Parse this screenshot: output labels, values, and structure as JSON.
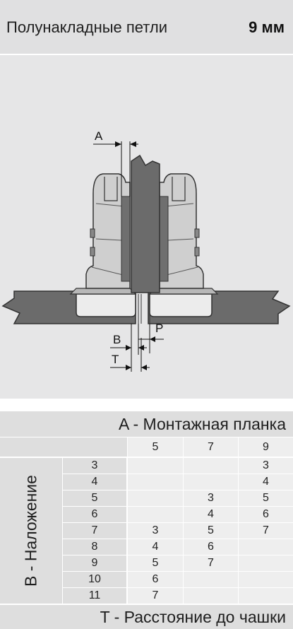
{
  "header": {
    "title": "Полунакладные петли",
    "size": "9 мм"
  },
  "diagram": {
    "label_a": "A",
    "label_b": "B",
    "label_p": "P",
    "label_t": "T"
  },
  "table": {
    "title": "A - Монтажная планка",
    "columns": [
      "5",
      "7",
      "9"
    ],
    "row_axis_label": "B - Наложение",
    "rows": [
      {
        "b": "3",
        "cells": [
          "",
          "",
          "3"
        ]
      },
      {
        "b": "4",
        "cells": [
          "",
          "",
          "4"
        ]
      },
      {
        "b": "5",
        "cells": [
          "",
          "3",
          "5"
        ]
      },
      {
        "b": "6",
        "cells": [
          "",
          "4",
          "6"
        ]
      },
      {
        "b": "7",
        "cells": [
          "3",
          "5",
          "7"
        ]
      },
      {
        "b": "8",
        "cells": [
          "4",
          "6",
          ""
        ]
      },
      {
        "b": "9",
        "cells": [
          "5",
          "7",
          ""
        ]
      },
      {
        "b": "10",
        "cells": [
          "6",
          "",
          ""
        ]
      },
      {
        "b": "11",
        "cells": [
          "7",
          "",
          ""
        ]
      }
    ],
    "footer": "T - Расстояние до чашки"
  }
}
